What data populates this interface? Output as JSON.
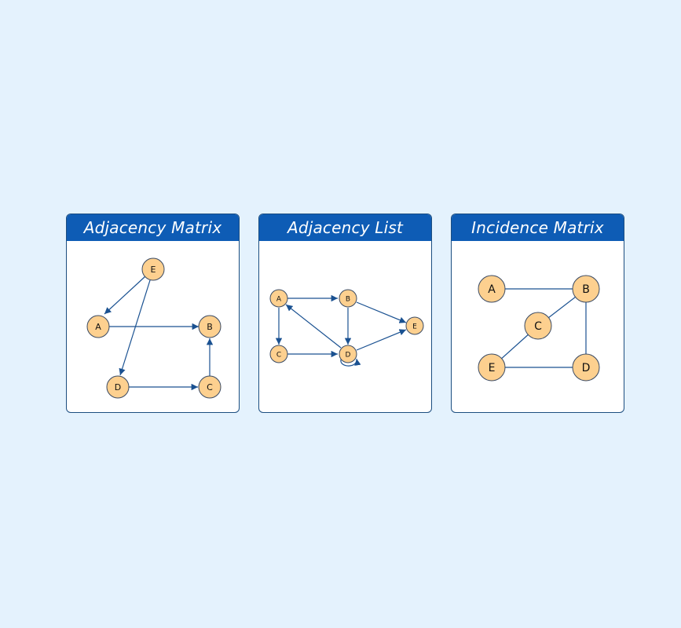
{
  "panels": [
    {
      "title": "Adjacency Matrix",
      "node_labels": [
        "E",
        "A",
        "B",
        "D",
        "C"
      ],
      "directed": true,
      "edges": [
        [
          "E",
          "A"
        ],
        [
          "E",
          "D"
        ],
        [
          "A",
          "B"
        ],
        [
          "D",
          "C"
        ],
        [
          "C",
          "B"
        ]
      ]
    },
    {
      "title": "Adjacency List",
      "node_labels": [
        "A",
        "B",
        "E",
        "C",
        "D"
      ],
      "directed": true,
      "edges": [
        [
          "A",
          "B"
        ],
        [
          "A",
          "C"
        ],
        [
          "B",
          "D"
        ],
        [
          "B",
          "E"
        ],
        [
          "C",
          "D"
        ],
        [
          "D",
          "A"
        ],
        [
          "D",
          "E"
        ],
        [
          "D",
          "D"
        ]
      ]
    },
    {
      "title": "Incidence Matrix",
      "node_labels": [
        "A",
        "B",
        "C",
        "E",
        "D"
      ],
      "directed": false,
      "edges": [
        [
          "A",
          "B"
        ],
        [
          "B",
          "C"
        ],
        [
          "B",
          "D"
        ],
        [
          "C",
          "E"
        ],
        [
          "E",
          "D"
        ]
      ]
    }
  ],
  "colors": {
    "background": "#e4f2fd",
    "header": "#0e5cb5",
    "node_fill": "#fdd08f",
    "edge": "#1a5191"
  }
}
